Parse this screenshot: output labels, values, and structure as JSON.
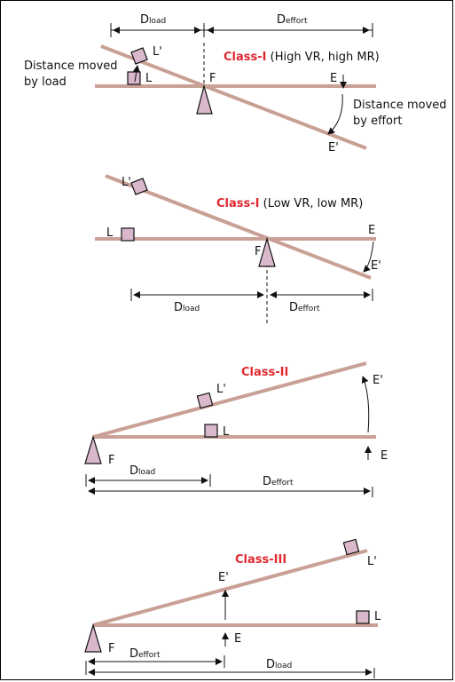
{
  "panel1": {
    "title_class": "Class-I",
    "title_rest": " (High VR, high MR)",
    "dim_load": {
      "main": "D",
      "sub": "load"
    },
    "dim_effort": {
      "main": "D",
      "sub": "effort"
    },
    "label_L": "L",
    "label_L_prime": "L'",
    "label_F": "F",
    "label_E": "E",
    "label_E_prime": "E'",
    "note_load_line1": "Distance moved",
    "note_load_line2": "by load",
    "note_effort_line1": "Distance moved",
    "note_effort_line2": "by effort"
  },
  "panel2": {
    "title_class": "Class-I",
    "title_rest": " (Low VR, low MR)",
    "dim_load": {
      "main": "D",
      "sub": "load"
    },
    "dim_effort": {
      "main": "D",
      "sub": "effort"
    },
    "label_L": "L",
    "label_L_prime": "L'",
    "label_F": "F",
    "label_E": "E",
    "label_E_prime": "E'"
  },
  "panel3": {
    "title_class": "Class-II",
    "dim_load": {
      "main": "D",
      "sub": "load"
    },
    "dim_effort": {
      "main": "D",
      "sub": "effort"
    },
    "label_L": "L",
    "label_L_prime": "L'",
    "label_F": "F",
    "label_E": "E",
    "label_E_prime": "E'"
  },
  "panel4": {
    "title_class": "Class-III",
    "dim_effort": {
      "main": "D",
      "sub": "effort"
    },
    "dim_load": {
      "main": "D",
      "sub": "load"
    },
    "label_L": "L",
    "label_L_prime": "L'",
    "label_F": "F",
    "label_E": "E",
    "label_E_prime": "E'"
  },
  "colors": {
    "lever": "#c9a096",
    "load_box": "#d9b8cc",
    "class_title": "#e0282e"
  }
}
